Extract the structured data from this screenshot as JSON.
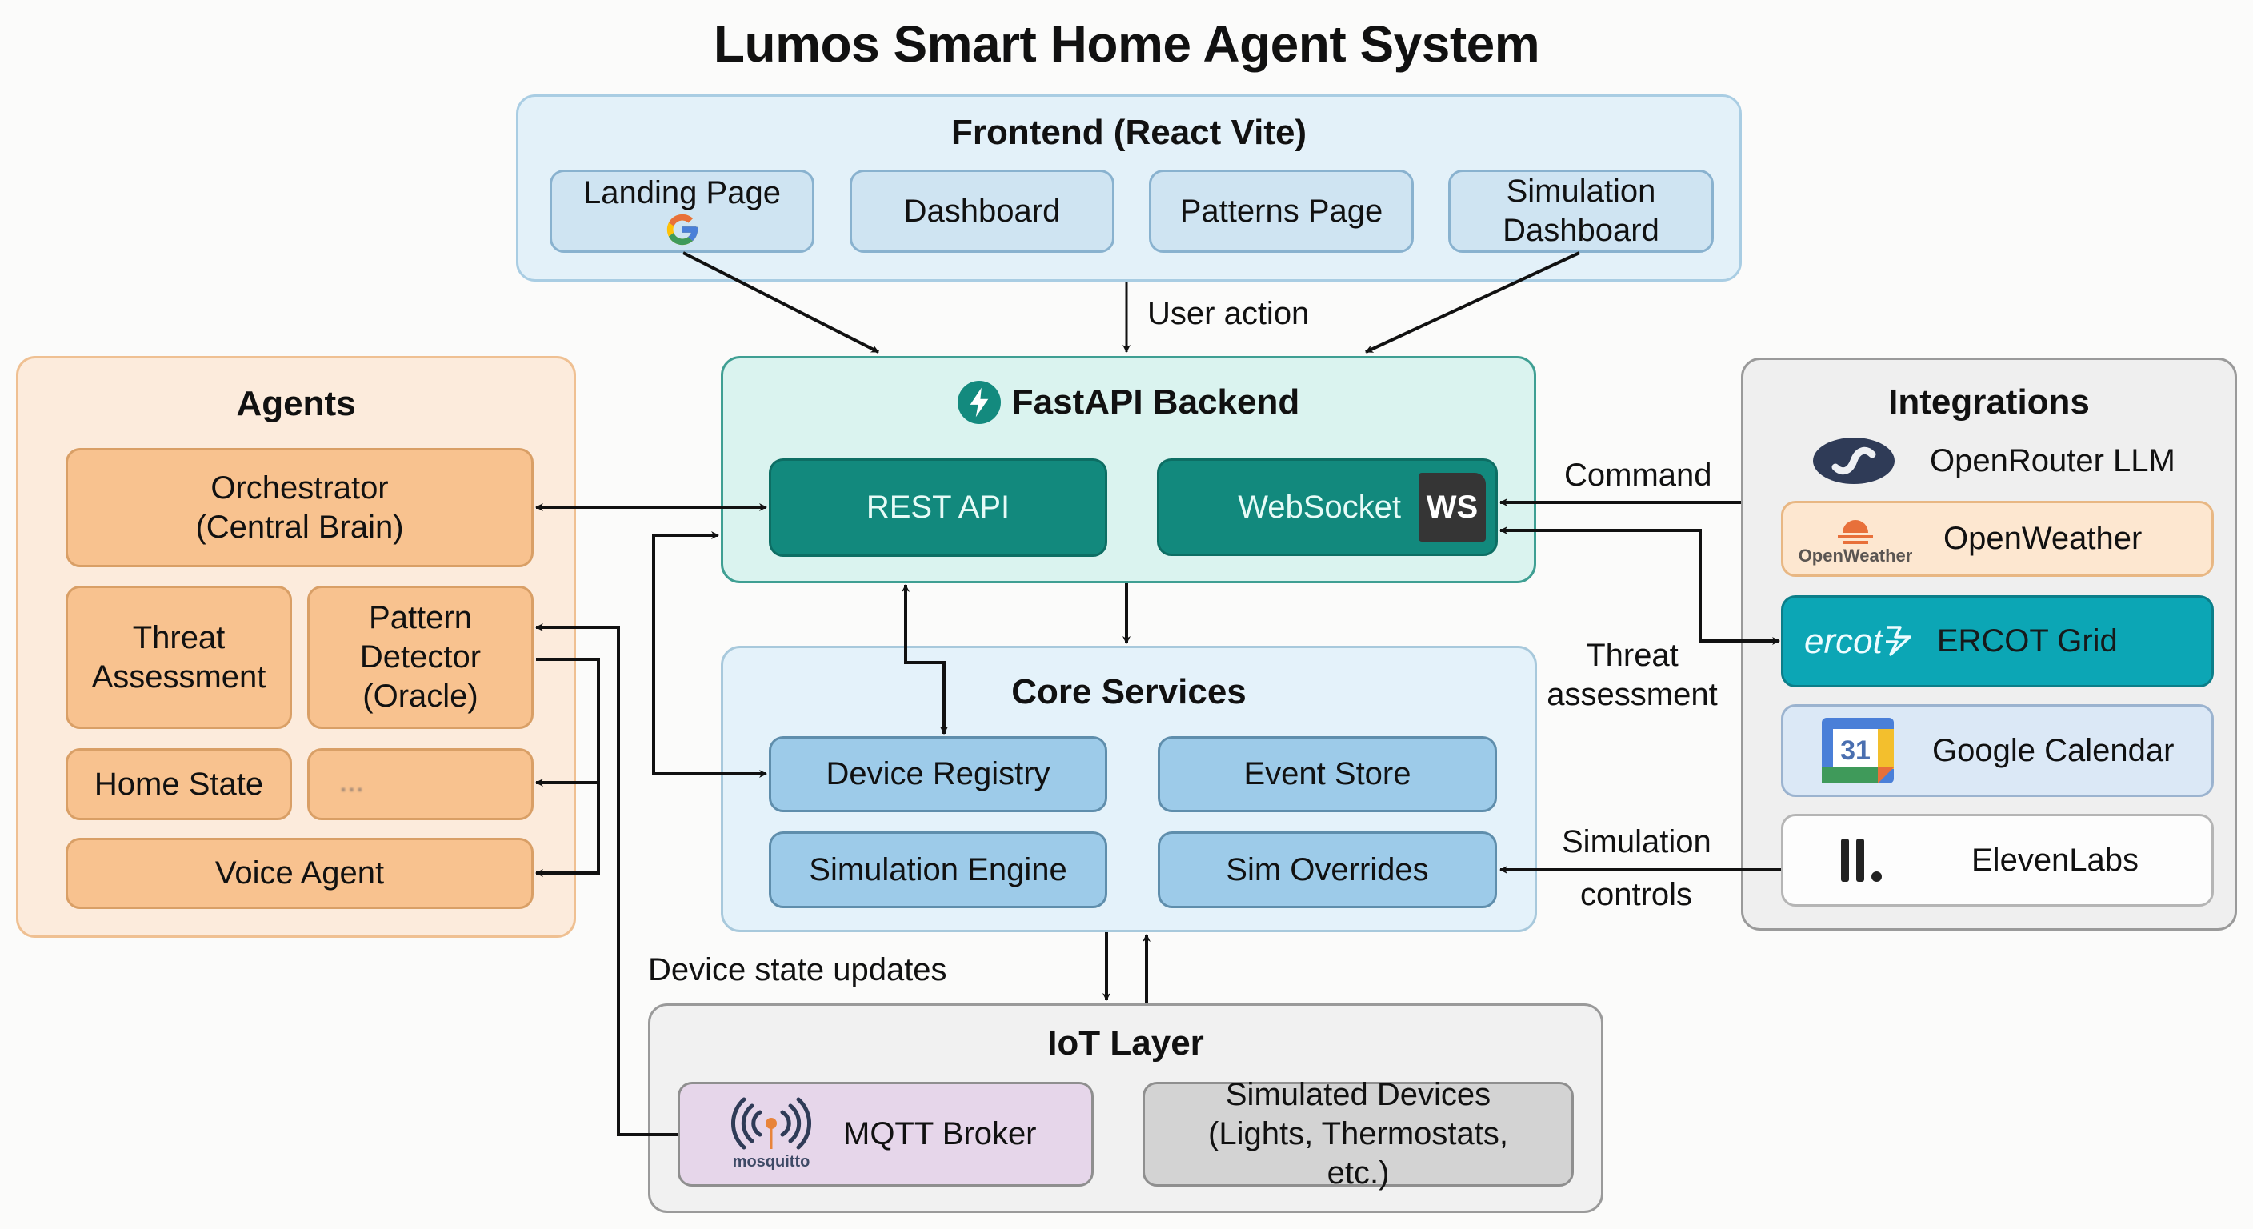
{
  "title": "Lumos Smart Home Agent System",
  "frontend": {
    "title": "Frontend (React Vite)",
    "items": [
      "Landing Page",
      "Dashboard",
      "Patterns Page",
      "Simulation Dashboard"
    ],
    "landing_icon": "google-icon"
  },
  "agents": {
    "title": "Agents",
    "orchestrator": "Orchestrator (Central Brain)",
    "threat": "Threat Assessment",
    "pattern": "Pattern Detector (Oracle)",
    "home_state": "Home State",
    "placeholder": "...",
    "voice": "Voice Agent"
  },
  "backend": {
    "title": "FastAPI Backend",
    "icon": "fastapi-bolt-icon",
    "rest": "REST API",
    "websocket": "WebSocket",
    "ws_badge": "WS"
  },
  "core": {
    "title": "Core Services",
    "items": [
      "Device Registry",
      "Event Store",
      "Simulation Engine",
      "Sim Overrides"
    ]
  },
  "integrations": {
    "title": "Integrations",
    "openrouter": "OpenRouter LLM",
    "openweather": "OpenWeather",
    "openweather_logo_text": "OpenWeather",
    "ercot": "ERCOT Grid",
    "ercot_logo_text": "ercot",
    "gcal": "Google Calendar",
    "gcal_day": "31",
    "elevenlabs": "ElevenLabs"
  },
  "iot": {
    "title": "IoT Layer",
    "mqtt": "MQTT Broker",
    "mqtt_logo_text": "mosquitto",
    "sim_devices": "Simulated Devices (Lights, Thermostats, etc.)"
  },
  "edge_labels": {
    "user_action": "User action",
    "command": "Command",
    "threat_assessment": "Threat assessment",
    "simulation_controls_1": "Simulation",
    "simulation_controls_2": "controls",
    "device_state_updates": "Device state updates"
  },
  "colors": {
    "backend_teal": "#12897d",
    "agent_orange": "#f8c28f",
    "ercot_teal": "#0ca6b5",
    "core_blue": "#9dcbe9"
  }
}
